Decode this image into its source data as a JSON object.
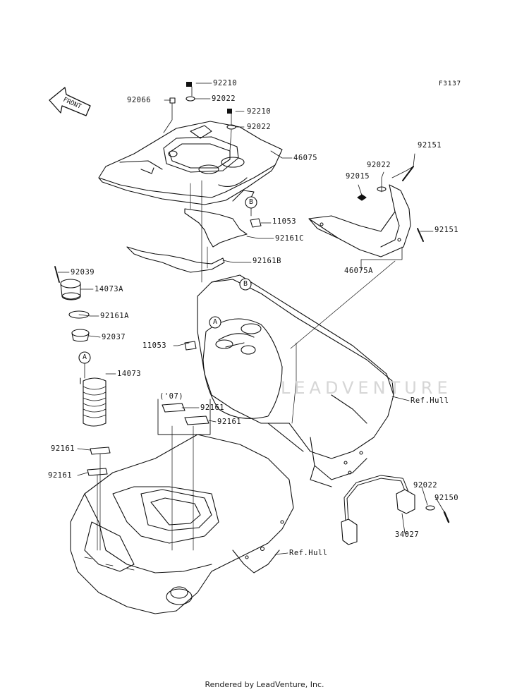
{
  "diagram": {
    "code": "F3137",
    "front_label": "FRONT",
    "watermark": "LEADVENTURE",
    "footer": "Rendered by LeadVenture, Inc.",
    "callouts": [
      "A",
      "B"
    ],
    "parts": [
      {
        "id": "p1",
        "label": "92210"
      },
      {
        "id": "p2",
        "label": "92066"
      },
      {
        "id": "p3",
        "label": "92022"
      },
      {
        "id": "p4",
        "label": "92210"
      },
      {
        "id": "p5",
        "label": "92022"
      },
      {
        "id": "p6",
        "label": "46075"
      },
      {
        "id": "p7",
        "label": "92151"
      },
      {
        "id": "p8",
        "label": "92022"
      },
      {
        "id": "p9",
        "label": "92015"
      },
      {
        "id": "p10",
        "label": "11053"
      },
      {
        "id": "p11",
        "label": "92161C"
      },
      {
        "id": "p12",
        "label": "92151"
      },
      {
        "id": "p13",
        "label": "92161B"
      },
      {
        "id": "p14",
        "label": "46075A"
      },
      {
        "id": "p15",
        "label": "92039"
      },
      {
        "id": "p16",
        "label": "14073A"
      },
      {
        "id": "p17",
        "label": "92161A"
      },
      {
        "id": "p18",
        "label": "92037"
      },
      {
        "id": "p19",
        "label": "11053"
      },
      {
        "id": "p20",
        "label": "14073"
      },
      {
        "id": "p21",
        "label": "('07)"
      },
      {
        "id": "p22",
        "label": "92161"
      },
      {
        "id": "p23",
        "label": "92161"
      },
      {
        "id": "p24",
        "label": "Ref.Hull"
      },
      {
        "id": "p25",
        "label": "92161"
      },
      {
        "id": "p26",
        "label": "92161"
      },
      {
        "id": "p27",
        "label": "92022"
      },
      {
        "id": "p28",
        "label": "92150"
      },
      {
        "id": "p29",
        "label": "34027"
      },
      {
        "id": "p30",
        "label": "Ref.Hull"
      }
    ]
  }
}
